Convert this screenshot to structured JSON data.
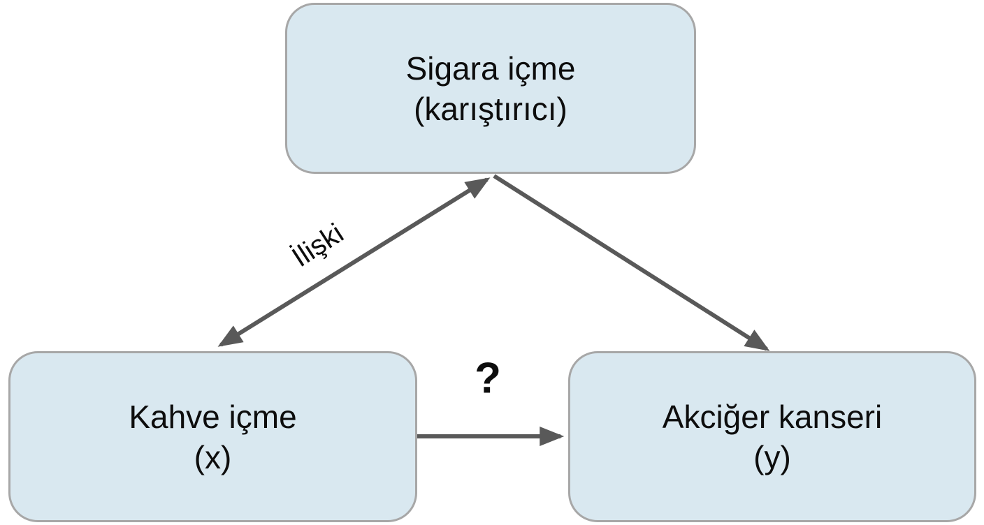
{
  "diagram": {
    "type": "confounder-causal-diagram",
    "nodes": {
      "sigara": {
        "line1": "Sigara içme",
        "line2": "(karıştırıcı)",
        "role": "confounder"
      },
      "kahve": {
        "line1": "Kahve içme",
        "line2": "(x)",
        "role": "independent-variable"
      },
      "akciger": {
        "line1": "Akciğer kanseri",
        "line2": "(y)",
        "role": "dependent-variable"
      }
    },
    "edges": [
      {
        "from": "kahve",
        "to": "sigara",
        "direction": "bidirectional",
        "label": "İlişki"
      },
      {
        "from": "sigara",
        "to": "akciger",
        "direction": "one-way",
        "label": ""
      },
      {
        "from": "kahve",
        "to": "akciger",
        "direction": "one-way",
        "label": "?"
      }
    ],
    "colors": {
      "node_fill": "#d9e8f0",
      "node_border": "#a7a7a7",
      "arrow": "#595959",
      "text": "#0d0d0d",
      "background": "#ffffff"
    }
  }
}
